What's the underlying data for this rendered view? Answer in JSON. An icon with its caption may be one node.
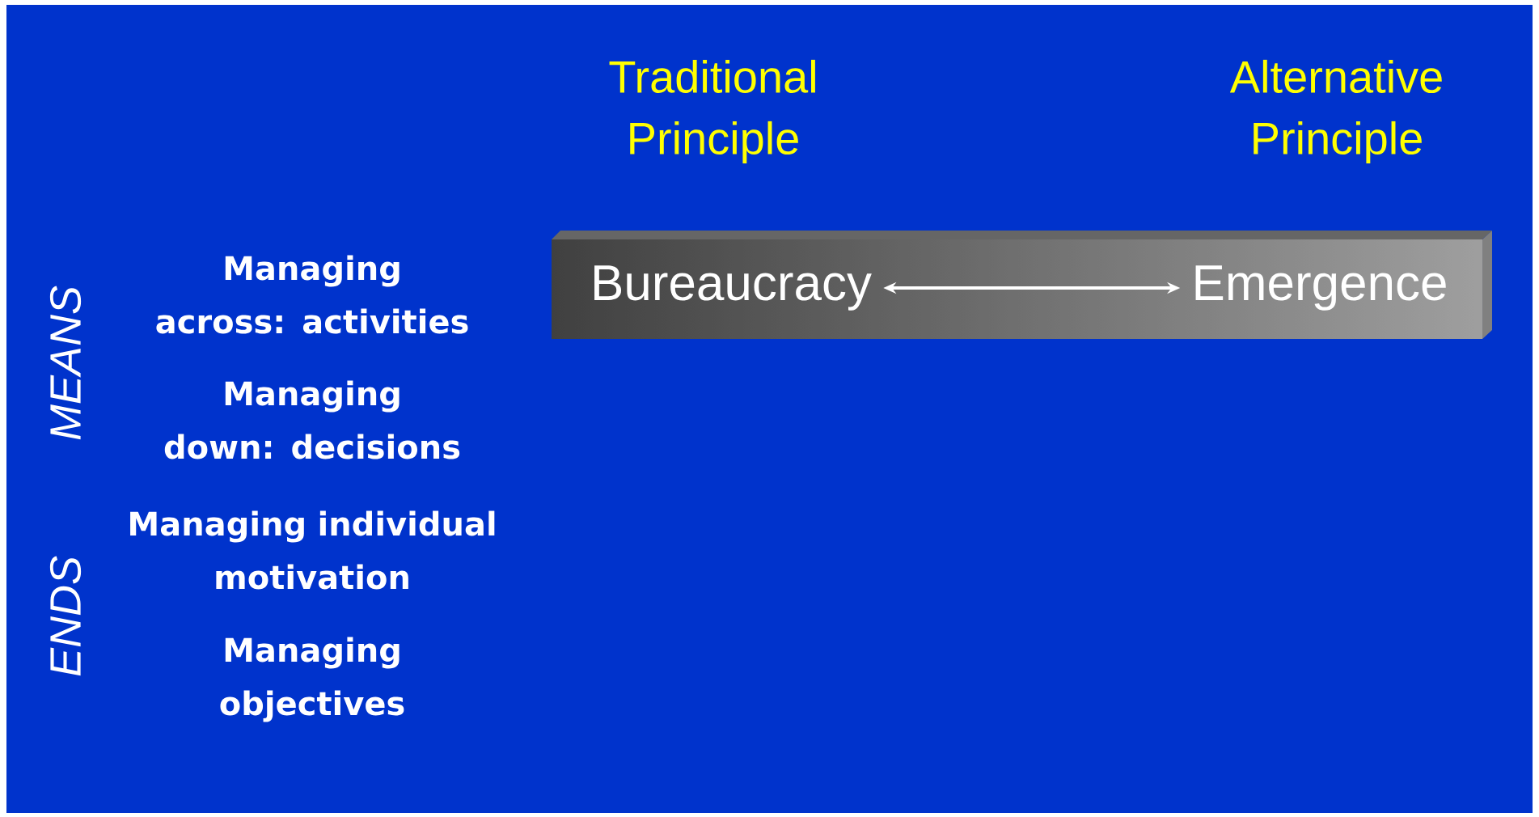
{
  "diagram": {
    "nodes": [
      {
        "text": [],
        "shape": "bar"
      },
      {
        "text": [
          "Bureaucracy"
        ],
        "in": 0
      },
      {
        "text": [
          "Emergence"
        ],
        "in": 0
      }
    ],
    "edges": [
      {
        "from": 1,
        "to": 2,
        "arrow": "both"
      }
    ],
    "labels": [
      "Traditional Principle",
      "Alternative Principle",
      "MEANS",
      "Managing across: activities",
      "Managing down: decisions",
      "ENDS",
      "Managing individual motivation",
      "Managing objectives"
    ]
  }
}
